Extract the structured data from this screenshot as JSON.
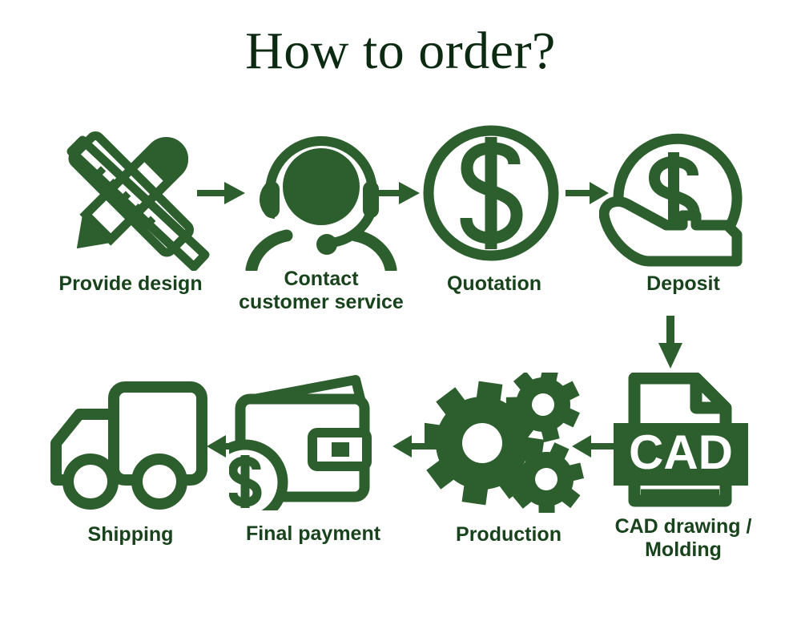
{
  "page": {
    "title": "How to order?",
    "background_color": "#fefffe",
    "accent_green": "#2d5e2d",
    "title_color": "#0b2a11",
    "label_color": "#19431c"
  },
  "flow": {
    "type": "process-flow",
    "step_count": 8,
    "rows": 2,
    "steps": [
      {
        "index": 1,
        "label": "Provide design",
        "icon": "pencil-ruler-icon",
        "row": 1
      },
      {
        "index": 2,
        "label": "Contact\ncustomer service",
        "icon": "headset-support-icon",
        "row": 1
      },
      {
        "index": 3,
        "label": "Quotation",
        "icon": "dollar-coin-icon",
        "row": 1
      },
      {
        "index": 4,
        "label": "Deposit",
        "icon": "hand-holding-coin-icon",
        "row": 1
      },
      {
        "index": 5,
        "label": "CAD drawing /\nMolding",
        "icon": "cad-file-icon",
        "row": 2,
        "badge_text": "CAD"
      },
      {
        "index": 6,
        "label": "Production",
        "icon": "gears-icon",
        "row": 2
      },
      {
        "index": 7,
        "label": "Final payment",
        "icon": "wallet-coin-icon",
        "row": 2
      },
      {
        "index": 8,
        "label": "Shipping",
        "icon": "delivery-truck-icon",
        "row": 2
      }
    ],
    "connectors": [
      {
        "from": 1,
        "to": 2,
        "direction": "right"
      },
      {
        "from": 2,
        "to": 3,
        "direction": "right"
      },
      {
        "from": 3,
        "to": 4,
        "direction": "right"
      },
      {
        "from": 4,
        "to": 5,
        "direction": "down"
      },
      {
        "from": 5,
        "to": 6,
        "direction": "left"
      },
      {
        "from": 6,
        "to": 7,
        "direction": "left"
      },
      {
        "from": 7,
        "to": 8,
        "direction": "left"
      }
    ]
  }
}
